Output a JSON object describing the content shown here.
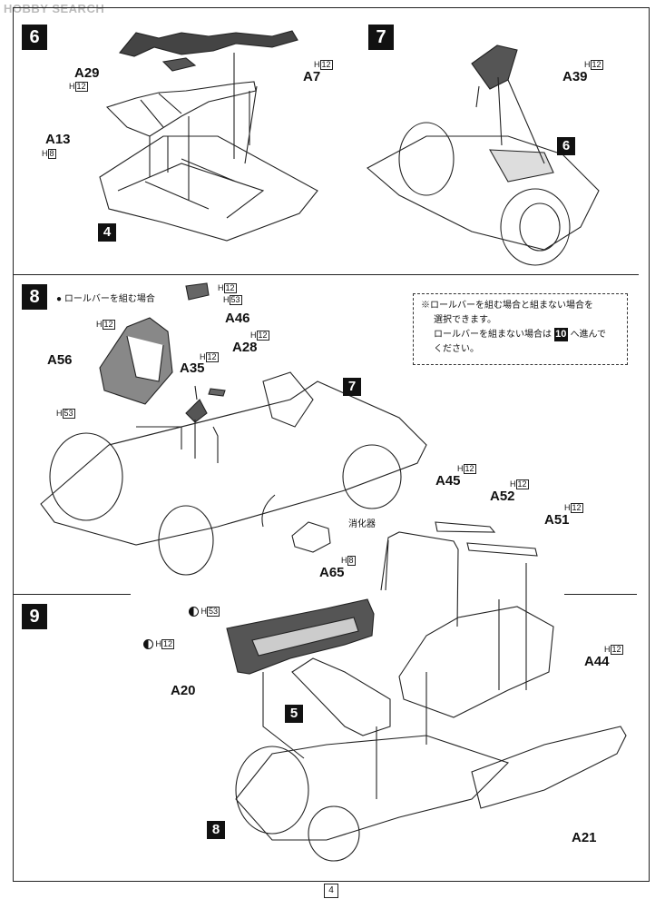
{
  "watermark": "HOBBY SEARCH",
  "page_number": "4",
  "steps": {
    "s6": "6",
    "s7": "7",
    "s8": "8",
    "s9": "9"
  },
  "refs": {
    "r4": "4",
    "r6": "6",
    "r7": "7",
    "r5": "5",
    "r8": "8"
  },
  "parts": {
    "A7": "A7",
    "A29": "A29",
    "A13": "A13",
    "A39": "A39",
    "A46": "A46",
    "A56": "A56",
    "A35": "A35",
    "A28": "A28",
    "A65": "A65",
    "A45": "A45",
    "A52": "A52",
    "A51": "A51",
    "A20": "A20",
    "A44": "A44",
    "A21": "A21"
  },
  "paint": {
    "h12": "12",
    "h8": "8",
    "h53": "53",
    "prefix": "H"
  },
  "labels": {
    "rollbar_option": "ロールバーを組む場合",
    "extinguisher": "消化器"
  },
  "note": {
    "line1": "※ロールバーを組む場合と組まない場合を",
    "line2": "選択できます。",
    "line3a": "ロールバーを組まない場合は",
    "line3_step": "10",
    "line3b": "へ進んで",
    "line4": "ください。"
  }
}
